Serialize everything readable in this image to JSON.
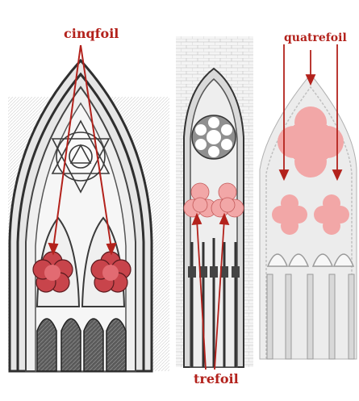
{
  "labels": {
    "cinqfoil": "cinqfoil",
    "quatrefoil": "quatrefoil",
    "trefoil": "trefoil"
  },
  "colors": {
    "annotation": "#b3221c",
    "highlight_pink": "#f2a7a7",
    "highlight_dark": "#c8444b",
    "stone": "#dcdcdc",
    "ink": "#3a3a3a"
  },
  "panels": [
    "gothic-window-arch",
    "tracery-window-center",
    "quatrefoil-arcade-right"
  ]
}
